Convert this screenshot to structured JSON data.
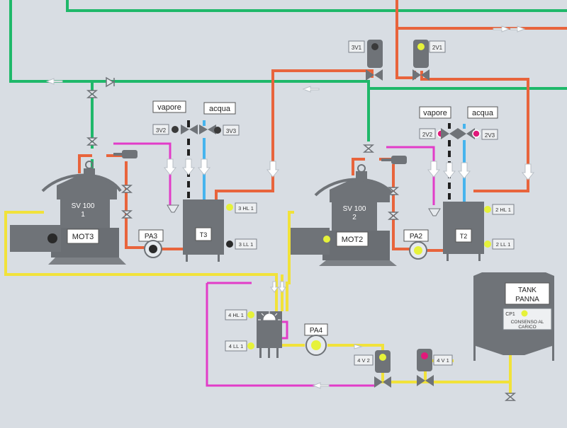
{
  "colors": {
    "background": "#d8dde3",
    "green_line": "#1fb86a",
    "red_line": "#e8643c",
    "magenta_line": "#e23cc8",
    "yellow_line": "#f1e23a",
    "blue_line": "#46b4ee",
    "black_line": "#202020",
    "equipment": "#6f7378",
    "equipment_dark": "#555a5f",
    "lamp_on": "#e6f23a",
    "lamp_off": "#2a2a2a",
    "lamp_alarm": "#e0197a"
  },
  "labels": {
    "valve_3v1": "3V1",
    "valve_2v1": "2V1",
    "steam_left": "vapore",
    "water_left": "acqua",
    "valve_3v2": "3V2",
    "valve_3v3": "3V3",
    "steam_right": "vapore",
    "water_right": "acqua",
    "valve_2v2": "2V2",
    "valve_2v3": "2V3",
    "separator_left_line1": "SV 100",
    "separator_left_line2": "1",
    "motor_left": "MOT3",
    "pump_left": "PA3",
    "tank_left": "T3",
    "level_3hl1": "3 HL 1",
    "level_3ll1": "3 LL 1",
    "separator_right_line1": "SV 100",
    "separator_right_line2": "2",
    "motor_right": "MOT2",
    "pump_right": "PA2",
    "tank_right": "T2",
    "level_2hl1": "2 HL 1",
    "level_2ll1": "2 LL 1",
    "level_4hl1": "4 HL 1",
    "level_4ll1": "4 LL 1",
    "pump_center": "PA4",
    "valve_4v2": "4 V 2",
    "valve_4v1": "4 V 1",
    "tank_panna_line1": "TANK",
    "tank_panna_line2": "PANNA",
    "cp1": "CP1",
    "consenso_line1": "CONSENSO AL",
    "consenso_line2": "CARICO"
  },
  "status": {
    "3V1": "off",
    "2V1": "on",
    "3V2": "off",
    "3V3": "off",
    "2V2": "alarm",
    "2V3": "alarm",
    "3HL1": "on",
    "3LL1": "off",
    "2HL1": "on",
    "2LL1": "on",
    "4HL1": "on",
    "4LL1": "on",
    "MOT3": "off",
    "MOT2": "on",
    "PA3": "off",
    "PA2": "on",
    "PA4": "on",
    "4V2": "on",
    "4V1": "alarm",
    "CP1": "on"
  }
}
